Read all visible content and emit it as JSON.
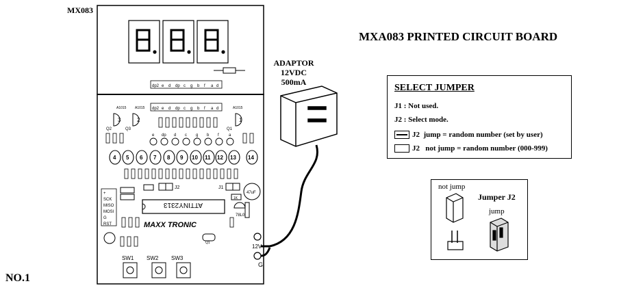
{
  "board_model": "MX083",
  "page_number": "NO.1",
  "title": "MXA083 PRINTED CIRCUIT BOARD",
  "adaptor": {
    "line1": "ADAPTOR",
    "line2": "12VDC",
    "line3": "500mA"
  },
  "select_jumper": {
    "heading": "SELECT JUMPER",
    "j1": "J1 : Not used.",
    "j2": "J2 : Select mode.",
    "jump_label": "J2",
    "jump_text": "jump = random number (set by user)",
    "notjump_label": "J2",
    "notjump_text": "not jump = random number (000-999)"
  },
  "jumper_picture": {
    "not_jump": "not jump",
    "title": "Jumper J2",
    "jump": "jump"
  },
  "pcb": {
    "segment_pins": [
      "dp2",
      "e",
      "d",
      "dp",
      "c",
      "g",
      "b",
      "f",
      "a",
      "d"
    ],
    "ic": "ATTINY2313",
    "brand": "MAXX TRONIC",
    "regulator": "78L05",
    "transistor_labels": [
      "A1015",
      "A1015",
      "A1015"
    ],
    "transistor_names": [
      "Q2",
      "Q3",
      "Q1"
    ],
    "led_numbers": [
      "4",
      "5",
      "6",
      "7",
      "8",
      "9",
      "10",
      "11",
      "12",
      "13",
      "14"
    ],
    "segment_letters": [
      "e",
      "dp",
      "d",
      "c",
      "g",
      "b",
      "f",
      "a"
    ],
    "header_pins": [
      "+",
      "SCK",
      "MISO",
      "MOSI",
      "G",
      "RST"
    ],
    "jumpers": [
      "J2",
      "J1"
    ],
    "switches": [
      "SW1",
      "SW2",
      "SW3"
    ],
    "power": {
      "v": "12V",
      "g": "G"
    },
    "cap": "47uF",
    "resistor": "1K",
    "crystal": "Q1"
  }
}
